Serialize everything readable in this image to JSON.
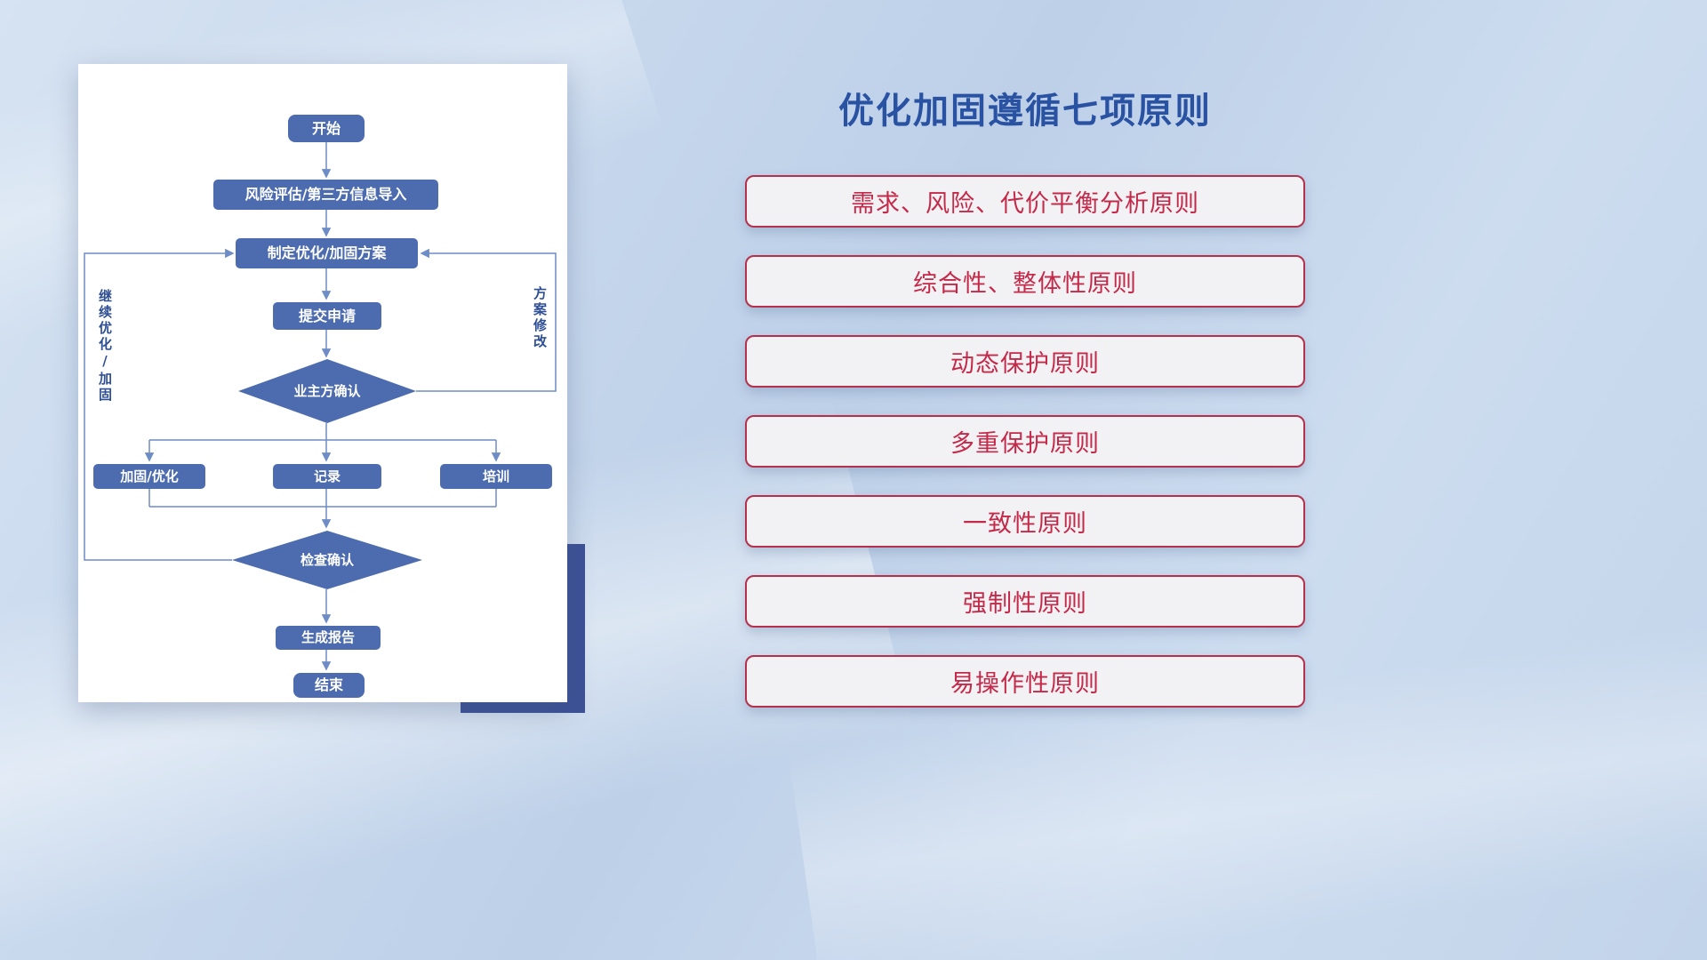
{
  "title": "优化加固遵循七项原则",
  "flowchart": {
    "nodes": {
      "start": "开始",
      "risk_import": "风险评估/第三方信息导入",
      "make_plan": "制定优化/加固方案",
      "submit": "提交申请",
      "owner_confirm": "业主方确认",
      "harden_optimize": "加固/优化",
      "record": "记录",
      "training": "培训",
      "check_confirm": "检查确认",
      "generate_report": "生成报告",
      "end": "结束"
    },
    "loop_labels": {
      "continue_optimize": "继续优化/加固",
      "plan_revision": "方案修改"
    }
  },
  "principles": [
    "需求、风险、代价平衡分析原则",
    "综合性、整体性原则",
    "动态保护原则",
    "多重保护原则",
    "一致性原则",
    "强制性原则",
    "易操作性原则"
  ],
  "colors": {
    "node_fill": "#4d6cb0",
    "connector": "#6e8cc6",
    "title_text": "#2a52a2",
    "principle_text": "#c5294a",
    "principle_border": "#b5304c",
    "principle_bg": "#f2f2f4",
    "accent_rect": "#3c5195",
    "loop_label_text": "#2f4f95"
  }
}
